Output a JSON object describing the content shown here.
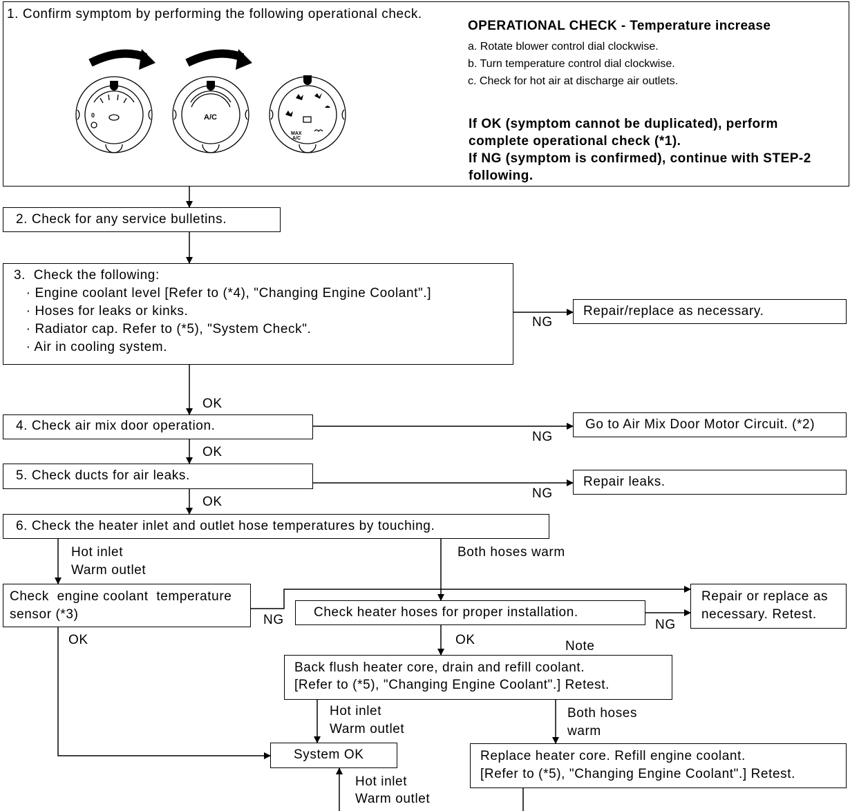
{
  "step1": {
    "text": "1. Confirm symptom by performing the following operational check.",
    "op_title": "OPERATIONAL CHECK - Temperature increase",
    "op_steps": [
      "a. Rotate blower control dial clockwise.",
      "b. Turn temperature control dial clockwise.",
      "c. Check for hot air at discharge air outlets."
    ],
    "result_lines": [
      "If OK (symptom cannot be duplicated), perform",
      "complete operational check (*1).",
      "If NG (symptom is confirmed), continue with STEP-2",
      "following."
    ],
    "dial_labels": {
      "zero": "0",
      "ac": "A/C",
      "max": "MAX",
      "max_ac": "A/C"
    }
  },
  "step2": "2. Check for any service bulletins.",
  "step3": {
    "lines": [
      "3.  Check the following:",
      "   · Engine coolant level [Refer to (*4), \"Changing Engine Coolant\".]",
      "   · Hoses for leaks or kinks.",
      "   · Radiator cap. Refer to (*5), \"System Check\".",
      "   · Air in cooling system."
    ]
  },
  "repair_necessary": "Repair/replace as necessary.",
  "step4": "4. Check air mix door operation.",
  "air_mix_motor": "Go to Air Mix Door Motor Circuit. (*2)",
  "step5": "5. Check ducts for air leaks.",
  "repair_leaks": "Repair leaks.",
  "step6": "6. Check the heater inlet and outlet hose temperatures by touching.",
  "coolant_sensor": [
    "Check  engine coolant  temperature",
    "sensor (*3)"
  ],
  "heater_hoses": "Check heater hoses for proper installation.",
  "repair_retest": [
    "Repair or replace as",
    "necessary. Retest."
  ],
  "back_flush": [
    "Back flush heater core, drain and refill coolant.",
    "[Refer to (*5), \"Changing Engine Coolant\".] Retest."
  ],
  "system_ok": "System OK",
  "replace_core": [
    "Replace heater core. Refill engine coolant.",
    "[Refer to (*5), \"Changing Engine Coolant\".] Retest."
  ],
  "labels": {
    "ok": "OK",
    "ng": "NG",
    "note": "Note",
    "hot_inlet": "Hot inlet",
    "warm_outlet": "Warm outlet",
    "both_hoses_warm": "Both hoses warm",
    "both_hoses": "Both hoses",
    "warm": "warm"
  }
}
